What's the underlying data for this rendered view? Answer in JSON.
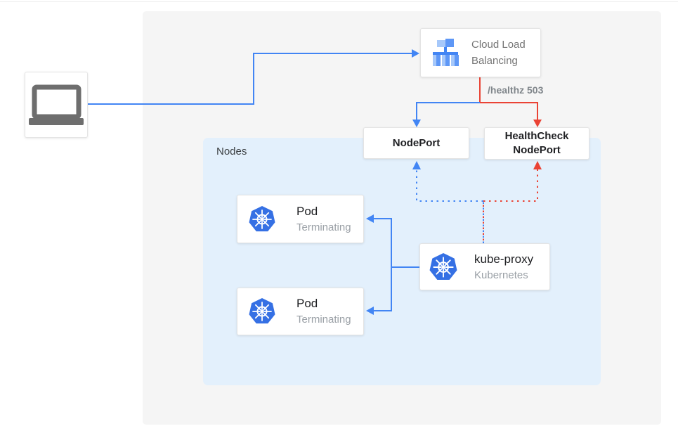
{
  "colors": {
    "blue": "#4285f4",
    "red": "#ea4335",
    "panel_bg": "#f5f5f5",
    "nodes_bg": "#e3f0fc",
    "box_border": "#e4e4e4",
    "text_dark": "#202124",
    "text_gray": "#757575",
    "text_light_gray": "#9aa0a6",
    "laptop_gray": "#6e6e6e",
    "k8s_blue": "#3570e4",
    "icon_light_blue": "#a6c8fa",
    "icon_medium_blue": "#5e97f6"
  },
  "client": {
    "icon": "laptop-icon"
  },
  "load_balancer": {
    "label": "Cloud Load Balancing",
    "icon": "load-balancer-icon"
  },
  "health_check_label": "/healthz 503",
  "node_port": {
    "label": "NodePort"
  },
  "health_check_node_port": {
    "label": "HealthCheck NodePort"
  },
  "nodes_panel": {
    "label": "Nodes"
  },
  "pods": [
    {
      "title": "Pod",
      "status": "Terminating",
      "icon": "kubernetes-icon"
    },
    {
      "title": "Pod",
      "status": "Terminating",
      "icon": "kubernetes-icon"
    }
  ],
  "kube_proxy": {
    "title": "kube-proxy",
    "subtitle": "Kubernetes",
    "icon": "kubernetes-icon"
  }
}
